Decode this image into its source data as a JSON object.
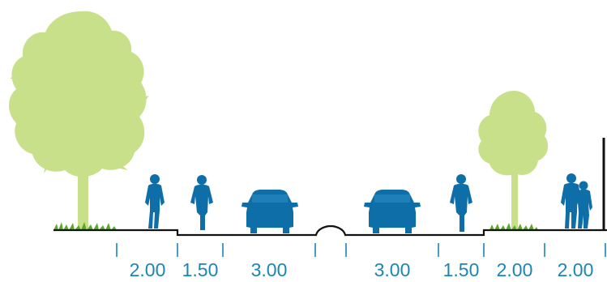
{
  "colors": {
    "foliage": "#c9e08a",
    "trunk": "#c9e08a",
    "grass": "#5ea62a",
    "figures": "#0d6ea8",
    "ground_line": "#111111",
    "dimension": "#1b86b5"
  },
  "icons": [
    "tree-large-icon",
    "tree-small-icon",
    "pedestrian-icon",
    "cyclist-icon",
    "car-front-icon",
    "pedestrian-pair-icon"
  ],
  "dimensions": {
    "left_sidewalk": "2.00",
    "left_bike_lane": "1.50",
    "left_travel_lane": "3.00",
    "right_travel_lane": "3.00",
    "right_bike_lane": "1.50",
    "right_planting_strip": "2.00",
    "right_sidewalk": "2.00"
  }
}
